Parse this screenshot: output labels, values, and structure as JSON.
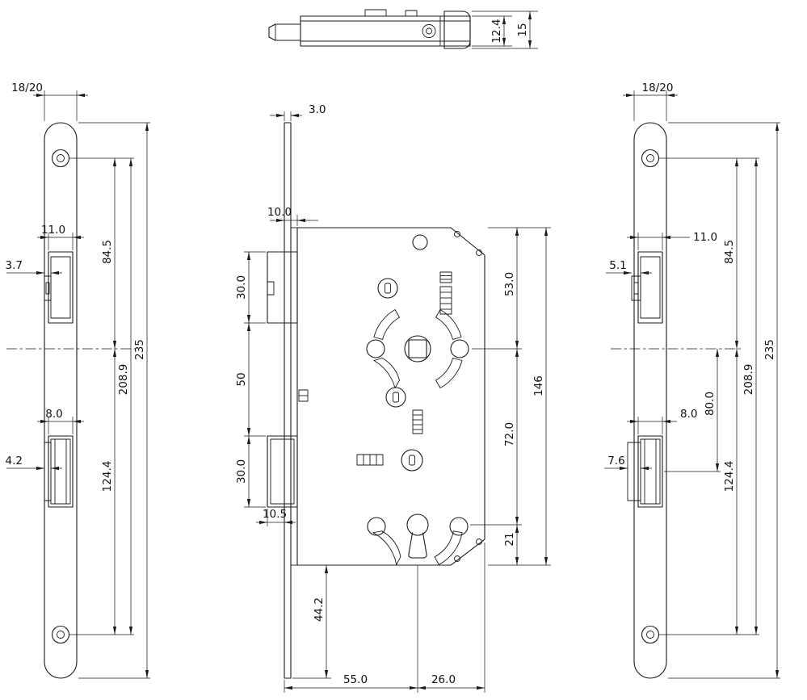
{
  "top_view": {
    "thickness_inner": "12.4",
    "thickness_outer": "15"
  },
  "left_plate": {
    "width": "18/20",
    "latch_width": "11.0",
    "latch_protrusion": "3.7",
    "top_hole_to_centerline": "84.5",
    "bolt_width": "8.0",
    "bolt_protrusion": "4.2",
    "hole_spacing": "208.9",
    "centerline_to_bottom_hole": "124.4",
    "height": "235"
  },
  "case": {
    "faceplate_thickness": "3.0",
    "case_setback": "10.0",
    "latch_pocket": "30.0",
    "pocket_gap": "50",
    "bolt_pocket": "30.0",
    "bolt_setback": "10.5",
    "below_case": "44.2",
    "top_to_spindle": "53.0",
    "spindle_to_keyhole": "72.0",
    "keyhole_to_bottom": "21",
    "height": "146",
    "backset": "55.0",
    "rear_depth": "26.0"
  },
  "right_plate": {
    "width": "18/20",
    "latch_width": "11.0",
    "latch_protrusion": "5.1",
    "top_hole_to_centerline": "84.5",
    "centerline_to_cylinder": "80.0",
    "bolt_width": "8.0",
    "bolt_protrusion": "7.6",
    "hole_spacing": "208.9",
    "centerline_to_bottom_hole": "124.4",
    "height": "235"
  },
  "colors": {
    "line": "#1a1a1a",
    "background": "#ffffff"
  }
}
